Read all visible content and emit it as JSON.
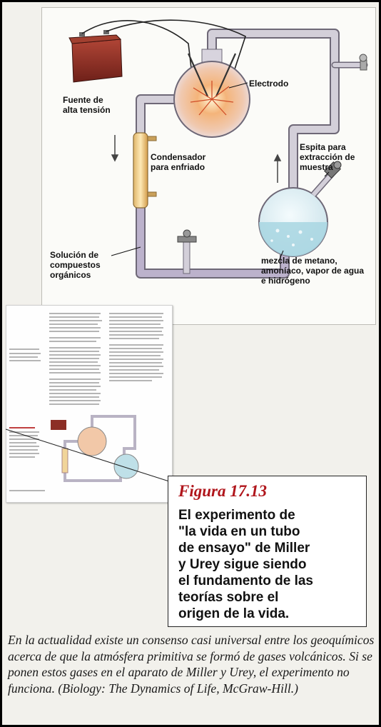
{
  "diagram": {
    "labels": {
      "fuente": "Fuente de\nalta tensión",
      "electrodo": "Electrodo",
      "condensador": "Condensador\npara enfriado",
      "espita": "Espita para\nextracción de\nmuestra",
      "solucion": "Solución de\ncompuestos\norgánicos",
      "mezcla": "mezcla de metano,\namoníaco, vapor de agua\ne hidrógeno"
    },
    "colors": {
      "tube": "#c9c3cf",
      "tube_outline": "#6e6877",
      "water": "#b4dde6",
      "spark": "#f0a060",
      "battery": "#8c2e25"
    }
  },
  "figure": {
    "number": "Figura 17.13",
    "caption": "El experimento de\n\"la vida en un tubo\nde ensayo\" de Miller\ny Urey sigue siendo\nel fundamento de las\nteorías sobre el\norigen de la vida.",
    "number_color": "#b0151b"
  },
  "bottom_note": "En la actualidad existe un consenso casi universal entre los geoquímicos acerca de que la atmósfera primitiva se formó de gases volcánicos. Si se ponen estos gases en el aparato de Miller y Urey, el experimento no funciona. (Biology: The Dynamics of Life, McGraw-Hill.)"
}
